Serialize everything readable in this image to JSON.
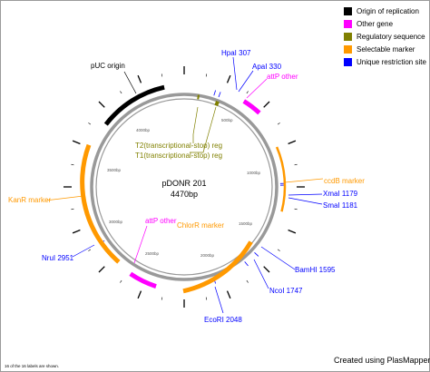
{
  "plasmid": {
    "name": "pDONR 201",
    "size": "4470bp",
    "length_bp": 4470
  },
  "colors": {
    "origin": "#000000",
    "other_gene": "#ff00ff",
    "regulatory": "#808000",
    "selectable": "#ff9900",
    "restriction": "#0000ff",
    "backbone": "#999999"
  },
  "legend": [
    {
      "label": "Origin of replication",
      "color": "#000000"
    },
    {
      "label": "Other gene",
      "color": "#ff00ff"
    },
    {
      "label": "Regulatory sequence",
      "color": "#808000"
    },
    {
      "label": "Selectable marker",
      "color": "#ff9900"
    },
    {
      "label": "Unique restriction site",
      "color": "#0000ff"
    }
  ],
  "ruler_labels": [
    "500bp",
    "1000bp",
    "1500bp",
    "2000bp",
    "2500bp",
    "3000bp",
    "3500bp",
    "4000bp"
  ],
  "features": [
    {
      "label": "pUC origin",
      "type": "origin",
      "color": "#000000"
    },
    {
      "label": "attP other",
      "type": "other_gene",
      "color": "#ff00ff"
    },
    {
      "label": "attP other",
      "type": "other_gene",
      "color": "#ff00ff"
    },
    {
      "label": "ccdB marker",
      "type": "selectable",
      "color": "#ff9900"
    },
    {
      "label": "KanR marker",
      "type": "selectable",
      "color": "#ff9900"
    },
    {
      "label": "ChlorR marker",
      "type": "selectable",
      "color": "#ff9900"
    },
    {
      "label": "T2(transcriptional-stop) reg",
      "type": "regulatory",
      "color": "#808000"
    },
    {
      "label": "T1(transcriptional-stop) reg",
      "type": "regulatory",
      "color": "#808000"
    }
  ],
  "sites": [
    {
      "label": "HpaI 307"
    },
    {
      "label": "ApaI 330"
    },
    {
      "label": "XmaI 1179"
    },
    {
      "label": "SmaI 1181"
    },
    {
      "label": "BamHI 1595"
    },
    {
      "label": "NcoI 1747"
    },
    {
      "label": "EcoRI 2048"
    },
    {
      "label": "NruI 2951"
    }
  ],
  "footer": "Created using PlasMapper",
  "note": "16 of the 16 labels are shown."
}
